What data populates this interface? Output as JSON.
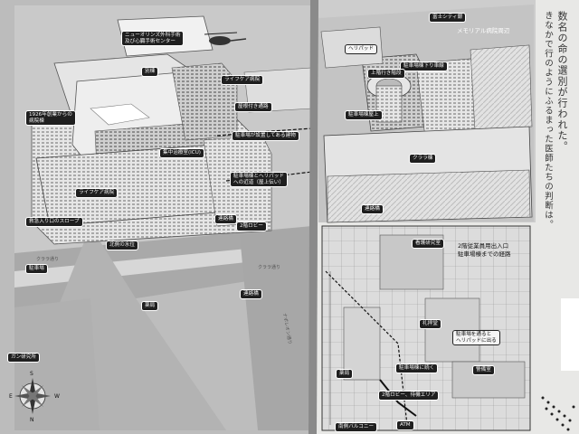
{
  "labels": {
    "new_orleans_surgical": "ニューオリンズ外科手術\n及び心臓手術センター",
    "annex": "別棟",
    "lifecare_hospital_top": "ライフケア病院",
    "covered_walkway": "屋根付き通路",
    "since_1926": "1926年創業からの\n病院棟",
    "parking_attached_building": "駐車場が設置してある建物",
    "icu": "集中治療室(ICU)",
    "heliport_access": "駐車場棟とヘリパッド\nへの近道（屋上伝い）",
    "lifecare_hospital_left": "ライフケア病院",
    "emergency_ramp": "救急入り口のスロープ",
    "connector": "連絡橋",
    "lobby_2f": "2階ロビー",
    "north_flood": "北側の水位",
    "connector_bridge_lower": "連絡橋",
    "pharmacy_left": "薬局",
    "cancer_lab": "ガン研究所",
    "parking_lot": "駐車場",
    "heliport": "ヘリパッド",
    "parking_roof": "駐車場棟屋上",
    "ascending_path": "上階行き階段",
    "parking_8f": "駐車場棟下り車線",
    "memorial_label": "メモリアル病院周辺",
    "clara": "クララ棟",
    "connector_right": "連絡橋",
    "security": "警備室",
    "pharmacy_right": "薬局",
    "to_parking_building": "駐車場棟に続く",
    "lobby_2f_right": "2階ロビー、待機エリア",
    "waiting": "駐車場を通ると\nヘリパッドに出る",
    "atm": "ATM",
    "north_balcony": "南側バルコニー",
    "tower_name": "富士シティ銀",
    "street_right": "クララ通り",
    "map_title_right": "2階従業員用出入口\n駐車場棟までの経路",
    "shelter": "礼拝堂",
    "nursing": "看護研究室"
  },
  "roads": [
    "クララ通り",
    "クララ通り",
    "ナポレオン通り"
  ],
  "compass": {
    "n": "N",
    "s": "S",
    "e": "E",
    "w": "W"
  },
  "side_text": {
    "col1": "数名の命の選別が行われた。",
    "col2": "きなかで行のようにふるまった医師たちの判断は。"
  },
  "colors": {
    "page": "#e8e8e6",
    "label_bg": "#1f1f1f",
    "paper_shadow": "#5b5d5c"
  }
}
